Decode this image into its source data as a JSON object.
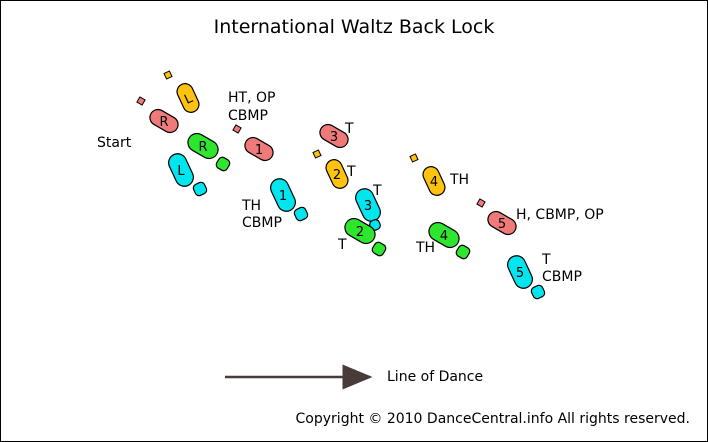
{
  "title": "International Waltz Back Lock",
  "start_label": "Start",
  "line_of_dance_label": "Line of Dance",
  "copyright": "Copyright © 2010 DanceCentral.info All rights reserved.",
  "colors": {
    "woman_left": "#00e5ee",
    "woman_right": "#2ee62e",
    "man_left": "#ffc20e",
    "man_right": "#f07a7a",
    "outline": "#000000",
    "arrow": "#4a3b3b"
  },
  "footprints": {
    "man_start_left": "L",
    "man_start_right": "R",
    "woman_start_right": "R",
    "woman_start_left": "L",
    "man_1": "1",
    "man_2": "2",
    "man_3": "3",
    "man_4": "4",
    "man_5": "5",
    "woman_1": "1",
    "woman_2": "2",
    "woman_3": "3",
    "woman_4": "4",
    "woman_5": "5"
  },
  "annotations": {
    "man_1_line1": "HT, OP",
    "man_1_line2": "CBMP",
    "woman_1_line1": "TH",
    "woman_1_line2": "CBMP",
    "man_3": "T",
    "man_2": "T",
    "woman_3": "T",
    "woman_2": "T",
    "man_4": "TH",
    "woman_4": "TH",
    "man_5": "H, CBMP, OP",
    "woman_5_line1": "T",
    "woman_5_line2": "CBMP"
  }
}
